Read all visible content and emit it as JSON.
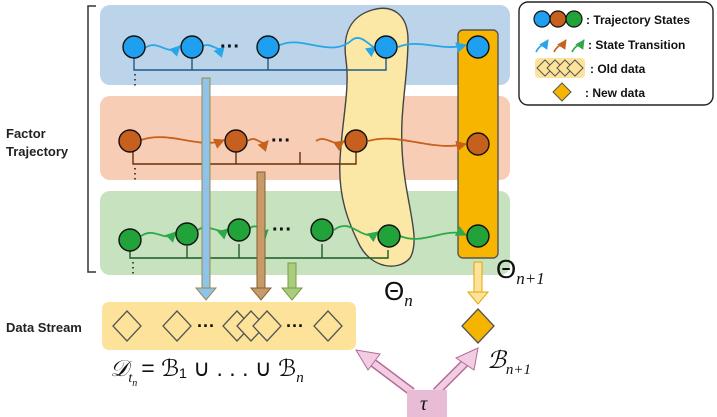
{
  "labels": {
    "factor_line1": "Factor",
    "factor_line2": "Trajectory",
    "data_stream": "Data Stream",
    "theta_n": "Θ",
    "theta_n_sub": "n",
    "theta_n1": "Θ",
    "theta_n1_sub": "n+1",
    "b_n1": "ℬ",
    "b_n1_sub": "n+1",
    "tau": "τ",
    "d_formula_lhs": "𝒟",
    "d_formula_sub": "t",
    "d_formula_subsub": "n",
    "d_formula_rhs": "= ℬ₁ ∪ . . . ∪ ℬ",
    "d_formula_rhs_sub": "n",
    "dots": "···",
    "vdots": "⋮"
  },
  "legend": {
    "items": [
      {
        "label": ": Trajectory States",
        "icon": "trajectory-states-icon"
      },
      {
        "label": ": State Transition",
        "icon": "state-transition-icon"
      },
      {
        "label": ": Old data",
        "icon": "old-data-icon"
      },
      {
        "label": ": New data",
        "icon": "new-data-icon"
      }
    ]
  },
  "colors": {
    "blue_band": "#bcd4ea",
    "orange_band": "#f7cdb5",
    "green_band": "#c7e2bf",
    "blue_node": "#1f9ff0",
    "orange_node": "#c75f1e",
    "green_node": "#22a33a",
    "blue_line": "#27a6e8",
    "orange_line": "#c8611b",
    "green_line": "#2ea84a",
    "old_data_fill": "#fde39a",
    "new_data_fill": "#f5b400",
    "theta_blob": "#fce8a6",
    "theta_bar": "#f7b500",
    "tau_box": "#e9bcd6"
  }
}
